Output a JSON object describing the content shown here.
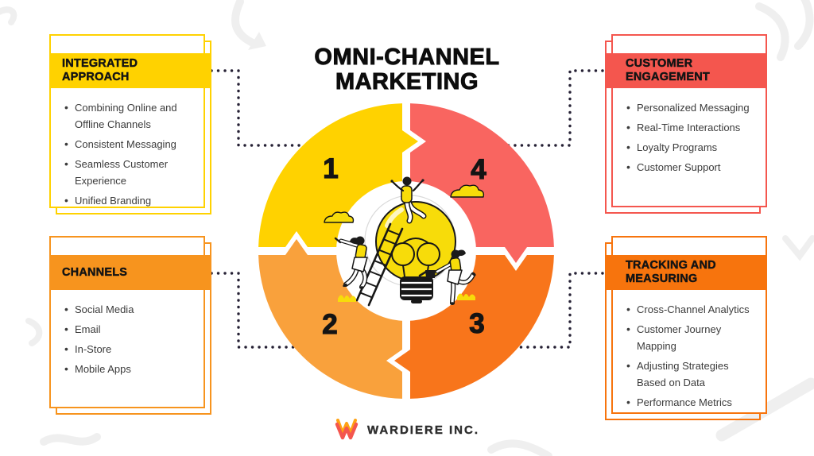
{
  "title": {
    "line1": "OMNI-CHANNEL",
    "line2": "MARKETING"
  },
  "cards": {
    "integrated_approach": {
      "title": "INTEGRATED APPROACH",
      "accent": "#FFD200",
      "items": [
        "Combining Online and Offline Channels",
        "Consistent Messaging",
        "Seamless Customer Experience",
        "Unified Branding"
      ]
    },
    "channels": {
      "title": "CHANNELS",
      "accent": "#F7941E",
      "items": [
        "Social Media",
        "Email",
        "In-Store",
        "Mobile Apps"
      ]
    },
    "customer_engagement": {
      "title": "CUSTOMER ENGAGEMENT",
      "accent": "#F4564E",
      "items": [
        "Personalized Messaging",
        "Real-Time Interactions",
        "Loyalty Programs",
        "Customer Support"
      ]
    },
    "tracking_measuring": {
      "title": "TRACKING AND MEASURING",
      "accent": "#F7740D",
      "items": [
        "Cross-Channel Analytics",
        "Customer Journey Mapping",
        "Adjusting Strategies Based on Data",
        "Performance Metrics"
      ]
    }
  },
  "wheel": {
    "segments": [
      {
        "number": "1",
        "position": "top-left",
        "color": "#FFD200"
      },
      {
        "number": "2",
        "position": "bottom-left",
        "color": "#F9A13C"
      },
      {
        "number": "3",
        "position": "bottom-right",
        "color": "#F8751B"
      },
      {
        "number": "4",
        "position": "top-right",
        "color": "#F96560"
      }
    ]
  },
  "brand": {
    "name": "WARDIERE INC."
  }
}
